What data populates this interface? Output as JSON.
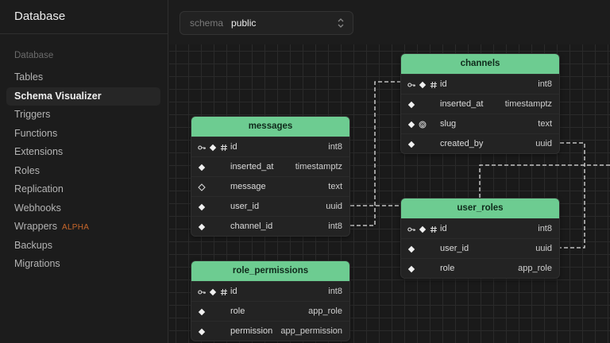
{
  "sidebar": {
    "title": "Database",
    "section_label": "Database",
    "items": [
      {
        "label": "Tables"
      },
      {
        "label": "Schema Visualizer",
        "active": true
      },
      {
        "label": "Triggers"
      },
      {
        "label": "Functions"
      },
      {
        "label": "Extensions"
      },
      {
        "label": "Roles"
      },
      {
        "label": "Replication"
      },
      {
        "label": "Webhooks"
      },
      {
        "label": "Wrappers",
        "badge": "ALPHA"
      },
      {
        "label": "Backups"
      },
      {
        "label": "Migrations"
      }
    ]
  },
  "schema_selector": {
    "label": "schema",
    "value": "public"
  },
  "colors": {
    "table_header": "#6dcc91",
    "alpha_badge": "#c8672b",
    "grid": "#2a2a2a"
  },
  "tables": {
    "messages": {
      "name": "messages",
      "columns": [
        {
          "icons": [
            "key-icon",
            "diamond-icon",
            "hash-icon"
          ],
          "name": "id",
          "type": "int8"
        },
        {
          "icons": [
            "diamond-icon"
          ],
          "name": "inserted_at",
          "type": "timestamptz"
        },
        {
          "icons": [
            "diamond-outline-icon"
          ],
          "name": "message",
          "type": "text"
        },
        {
          "icons": [
            "diamond-icon"
          ],
          "name": "user_id",
          "type": "uuid"
        },
        {
          "icons": [
            "diamond-icon"
          ],
          "name": "channel_id",
          "type": "int8"
        }
      ]
    },
    "channels": {
      "name": "channels",
      "columns": [
        {
          "icons": [
            "key-icon",
            "diamond-icon",
            "hash-icon"
          ],
          "name": "id",
          "type": "int8"
        },
        {
          "icons": [
            "diamond-icon"
          ],
          "name": "inserted_at",
          "type": "timestamptz"
        },
        {
          "icons": [
            "diamond-icon",
            "fingerprint-icon"
          ],
          "name": "slug",
          "type": "text"
        },
        {
          "icons": [
            "diamond-icon"
          ],
          "name": "created_by",
          "type": "uuid"
        }
      ]
    },
    "user_roles": {
      "name": "user_roles",
      "columns": [
        {
          "icons": [
            "key-icon",
            "diamond-icon",
            "hash-icon"
          ],
          "name": "id",
          "type": "int8"
        },
        {
          "icons": [
            "diamond-icon"
          ],
          "name": "user_id",
          "type": "uuid"
        },
        {
          "icons": [
            "diamond-icon"
          ],
          "name": "role",
          "type": "app_role"
        }
      ]
    },
    "role_permissions": {
      "name": "role_permissions",
      "columns": [
        {
          "icons": [
            "key-icon",
            "diamond-icon",
            "hash-icon"
          ],
          "name": "id",
          "type": "int8"
        },
        {
          "icons": [
            "diamond-icon"
          ],
          "name": "role",
          "type": "app_role"
        },
        {
          "icons": [
            "diamond-icon"
          ],
          "name": "permission",
          "type": "app_permission"
        }
      ]
    }
  }
}
